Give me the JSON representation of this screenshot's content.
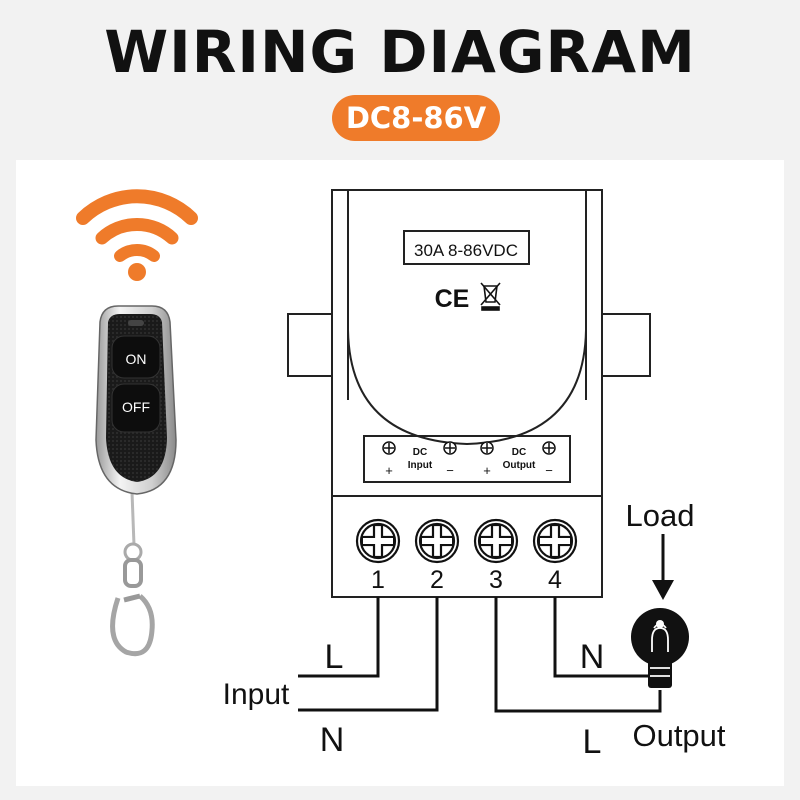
{
  "header": {
    "title": "WIRING DIAGRAM",
    "voltage_badge": "DC8-86V"
  },
  "colors": {
    "accent": "#ef7b2a",
    "title": "#111111",
    "line": "#111111"
  },
  "remote": {
    "on_label": "ON",
    "off_label": "OFF"
  },
  "module": {
    "rating_label": "30A 8-86VDC",
    "ce_mark": "CE",
    "dc_input_label_1": "DC",
    "dc_input_label_2": "Input",
    "dc_output_label_1": "DC",
    "dc_output_label_2": "Output",
    "plus": "+",
    "minus": "−",
    "terminals": [
      "1",
      "2",
      "3",
      "4"
    ]
  },
  "wiring": {
    "load_label": "Load",
    "input_label": "Input",
    "input_l": "L",
    "input_n": "N",
    "output_n": "N",
    "output_l": "L",
    "output_label": "Output"
  }
}
